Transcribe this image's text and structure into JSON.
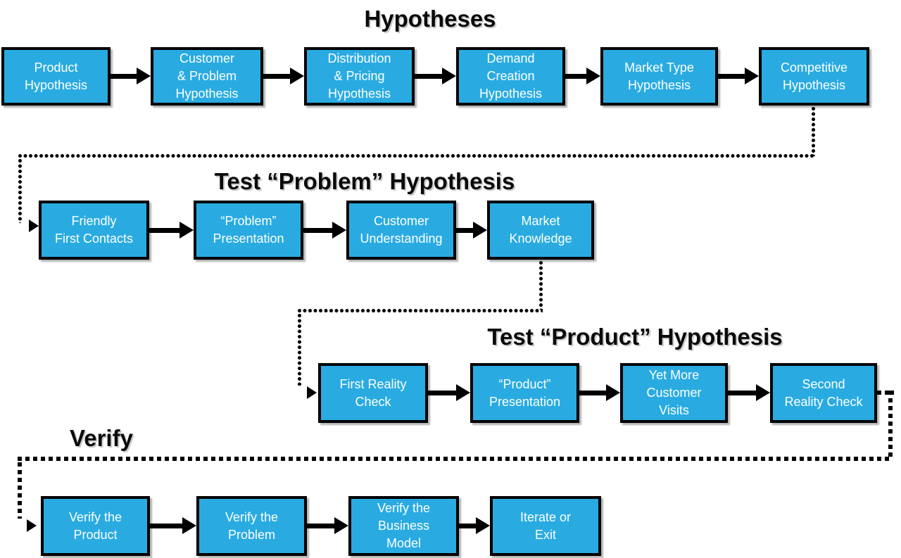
{
  "colors": {
    "background": "#ffffff",
    "box_fill": "#29ABE2",
    "box_border": "#000000",
    "box_text": "#ffffff",
    "title_text": "#0a0a0a",
    "connector": "#000000"
  },
  "sections": [
    {
      "title": "Hypotheses",
      "boxes": [
        {
          "label": "Product\nHypothesis"
        },
        {
          "label": "Customer\n& Problem\nHypothesis"
        },
        {
          "label": "Distribution\n& Pricing\nHypothesis"
        },
        {
          "label": "Demand\nCreation\nHypothesis"
        },
        {
          "label": "Market Type\nHypothesis"
        },
        {
          "label": "Competitive\nHypothesis"
        }
      ]
    },
    {
      "title": "Test “Problem” Hypothesis",
      "boxes": [
        {
          "label": "Friendly\nFirst Contacts"
        },
        {
          "label": "“Problem”\nPresentation"
        },
        {
          "label": "Customer\nUnderstanding"
        },
        {
          "label": "Market\nKnowledge"
        }
      ]
    },
    {
      "title": "Test “Product” Hypothesis",
      "boxes": [
        {
          "label": "First Reality\nCheck"
        },
        {
          "label": "“Product”\nPresentation"
        },
        {
          "label": "Yet More\nCustomer\nVisits"
        },
        {
          "label": "Second\nReality Check"
        }
      ]
    },
    {
      "title": "Verify",
      "boxes": [
        {
          "label": "Verify the\nProduct"
        },
        {
          "label": "Verify the\nProblem"
        },
        {
          "label": "Verify the\nBusiness\nModel"
        },
        {
          "label": "Iterate or\nExit"
        }
      ]
    }
  ],
  "connectors": [
    {
      "from": "Competitive Hypothesis",
      "to": "Friendly First Contacts",
      "style": "round-dotted"
    },
    {
      "from": "Market Knowledge",
      "to": "First Reality Check",
      "style": "round-dotted"
    },
    {
      "from": "Second Reality Check",
      "to": "Verify the Product",
      "style": "square-dotted"
    }
  ]
}
